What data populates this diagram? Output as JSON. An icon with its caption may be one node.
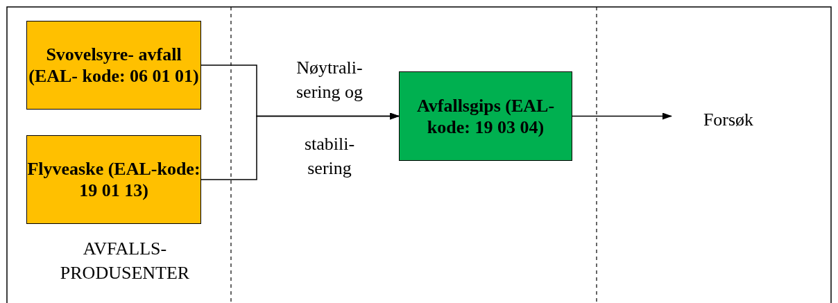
{
  "diagram": {
    "nodes": [
      {
        "text": [
          "Svovelsyre- avfall (EAL- kode: 06 01 01)"
        ]
      },
      {
        "text": [
          "Flyveaske (EAL-kode: 19 01 13)"
        ]
      },
      {
        "text": [
          "Avfallsgips (EAL-kode: 19 03 04)"
        ]
      },
      {
        "text": [
          "Forsøk"
        ]
      }
    ],
    "edges": [
      {
        "from": 0,
        "to": 2,
        "arrow": "to"
      },
      {
        "from": 1,
        "to": 2,
        "arrow": "to"
      },
      {
        "from": 2,
        "to": 3,
        "arrow": "to"
      }
    ],
    "labels": [
      "Nøytrali- sering og",
      "stabili- sering",
      "AVFALLS- PRODUSENTER"
    ]
  }
}
